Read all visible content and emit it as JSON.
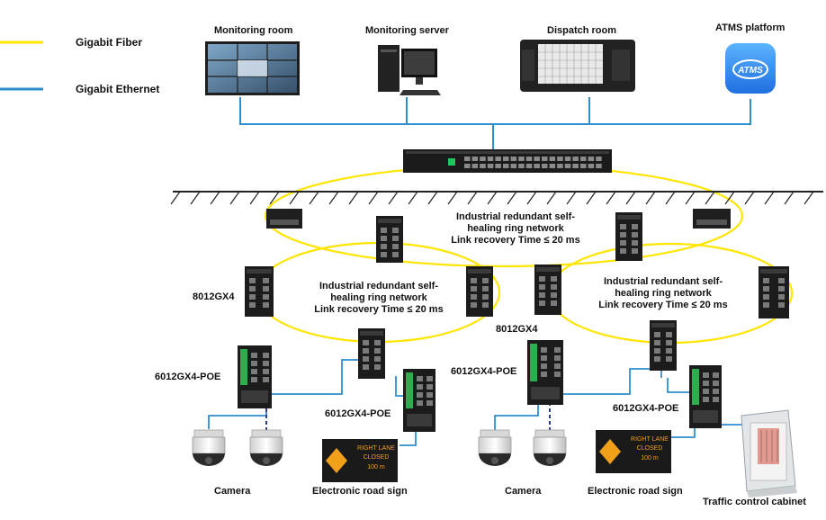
{
  "legend": {
    "fiber_label": "Gigabit Fiber",
    "fiber_color": "#ffe500",
    "ethernet_label": "Gigabit Ethernet",
    "ethernet_color": "#2f8fce"
  },
  "top_devices": {
    "monitoring_room": "Monitoring room",
    "monitoring_server": "Monitoring server",
    "dispatch_room": "Dispatch room",
    "atms_platform": "ATMS platform",
    "atms_icon_text": "ATMS"
  },
  "rings": {
    "top_line1": "Industrial redundant self-",
    "top_line2": "healing ring network",
    "top_line3": "Link recovery Time ≤ 20 ms",
    "left_line1": "Industrial redundant self-",
    "left_line2": "healing ring network",
    "left_line3": "Link recovery Time ≤ 20 ms",
    "right_line1": "Industrial redundant self-",
    "right_line2": "healing ring network",
    "right_line3": "Link recovery  Time ≤ 20 ms"
  },
  "switch_labels": {
    "left_ring_switch": "8012GX4",
    "center_ring_switch": "8012GX4",
    "poe_1": "6012GX4-POE",
    "poe_2": "6012GX4-POE",
    "poe_3": "6012GX4-POE",
    "poe_4": "6012GX4-POE"
  },
  "endpoints": {
    "camera_1": "Camera",
    "camera_2": "Camera",
    "road_sign_1": "Electronic road sign",
    "road_sign_2": "Electronic road sign",
    "cabinet": "Traffic control cabinet"
  },
  "road_sign_text": {
    "line1": "RIGHT LANE",
    "line2": "CLOSED",
    "line3": "100 m"
  }
}
